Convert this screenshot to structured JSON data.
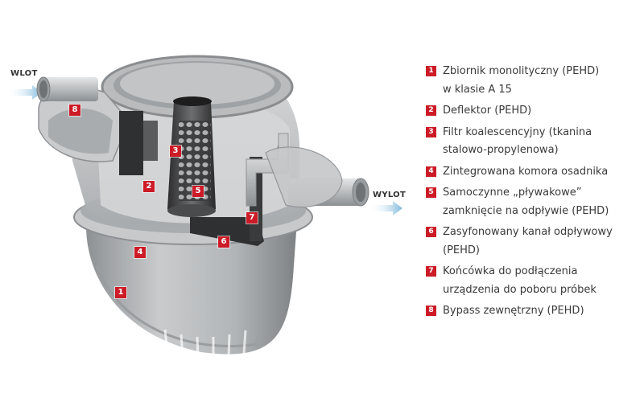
{
  "diagram": {
    "inlet_label": "WLOT",
    "outlet_label": "WYLOT",
    "markers": [
      "1",
      "2",
      "3",
      "4",
      "5",
      "6",
      "7",
      "8"
    ],
    "colors": {
      "accent": "#cc1b27",
      "flow_arrow": "#7fb9dc",
      "body_gray": "#b5b8bb"
    }
  },
  "legend": [
    {
      "num": "1",
      "text": "Zbiornik monolityczny (PEHD)\nw klasie A 15"
    },
    {
      "num": "2",
      "text": "Deflektor (PEHD)"
    },
    {
      "num": "3",
      "text": "Filtr koalescencyjny (tkanina\nstalowo-propylenowa)"
    },
    {
      "num": "4",
      "text": "Zintegrowana komora osadnika"
    },
    {
      "num": "5",
      "text": "Samoczynne „pływakowe”\nzamknięcie na odpływie (PEHD)"
    },
    {
      "num": "6",
      "text": "Zasyfonowany kanał odpływowy\n(PEHD)"
    },
    {
      "num": "7",
      "text": "Końcówka do podłączenia\nurządzenia do poboru próbek"
    },
    {
      "num": "8",
      "text": "Bypass zewnętrzny (PEHD)"
    }
  ]
}
